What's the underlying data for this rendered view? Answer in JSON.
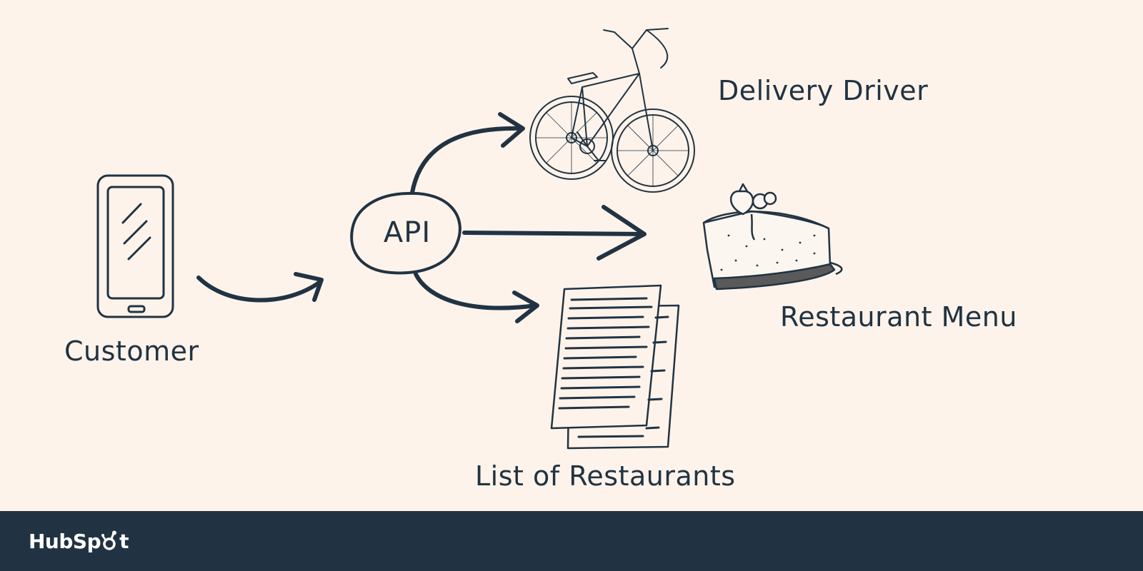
{
  "diagram": {
    "center_label": "API",
    "nodes": {
      "customer": "Customer",
      "driver": "Delivery Driver",
      "menu": "Restaurant Menu",
      "restaurants": "List of Restaurants"
    }
  },
  "footer": {
    "logo_text_left": "HubSp",
    "logo_text_right": "t"
  },
  "colors": {
    "background": "#fdf3ea",
    "ink": "#213343",
    "footer": "#213343",
    "logo": "#ffffff"
  }
}
